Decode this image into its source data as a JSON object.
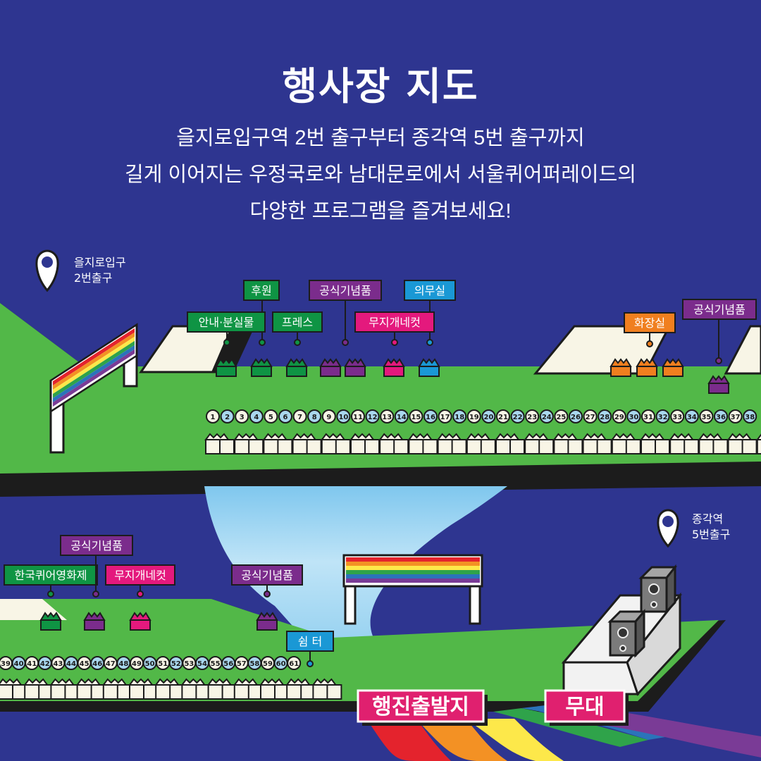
{
  "header": {
    "title": "행사장 지도",
    "subtitle_lines": [
      "을지로입구역 2번 출구부터 종각역 5번 출구까지",
      "길게 이어지는 우정국로와 남대문로에서 서울퀴어퍼레이드의",
      "다양한 프로그램을 즐겨보세요!"
    ]
  },
  "locations": {
    "start": {
      "line1": "을지로입구",
      "line2": "2번출구"
    },
    "end": {
      "line1": "종각역",
      "line2": "5번출구"
    }
  },
  "labels": {
    "sponsor": "후원",
    "info": "안내·분실물",
    "press": "프레스",
    "official_goods_1": "공식기념품",
    "rainbow_necket_1": "무지개네컷",
    "medical": "의무실",
    "restroom": "화장실",
    "official_goods_2": "공식기념품",
    "kqff": "한국퀴어영화제",
    "official_goods_3": "공식기념품",
    "rainbow_necket_2": "무지개네컷",
    "official_goods_4": "공식기념품",
    "shelter": "쉼 터",
    "parade_start": "행진출발지",
    "stage": "무대"
  },
  "booths": {
    "top_row_visible": [
      "1",
      "2",
      "3",
      "4",
      "5",
      "6",
      "7",
      "8",
      "9",
      "10",
      "11",
      "12",
      "13",
      "14",
      "15",
      "16",
      "17",
      "18",
      "19",
      "20",
      "21",
      "22",
      "23",
      "24",
      "25",
      "26",
      "27",
      "28",
      "29",
      "30",
      "31",
      "32",
      "33",
      "34",
      "35",
      "36",
      "37",
      "38"
    ],
    "bottom_row_visible": [
      "39",
      "40",
      "41",
      "42",
      "43",
      "44",
      "45",
      "46",
      "47",
      "48",
      "49",
      "50",
      "51",
      "52",
      "53",
      "54",
      "55",
      "56",
      "57",
      "58",
      "59",
      "60",
      "61"
    ]
  },
  "colors": {
    "background": "#2e3590",
    "ground": "#52b848",
    "info_green": "#0f9444",
    "goods_purple": "#7b2c8c",
    "necket_pink": "#e4197d",
    "medical_blue": "#1a98d5",
    "restroom_orange": "#f07f1f",
    "banner_pink": "#e0206f",
    "booth_cream": "#f8f5e6",
    "booth_blue": "#a9d7ee"
  }
}
